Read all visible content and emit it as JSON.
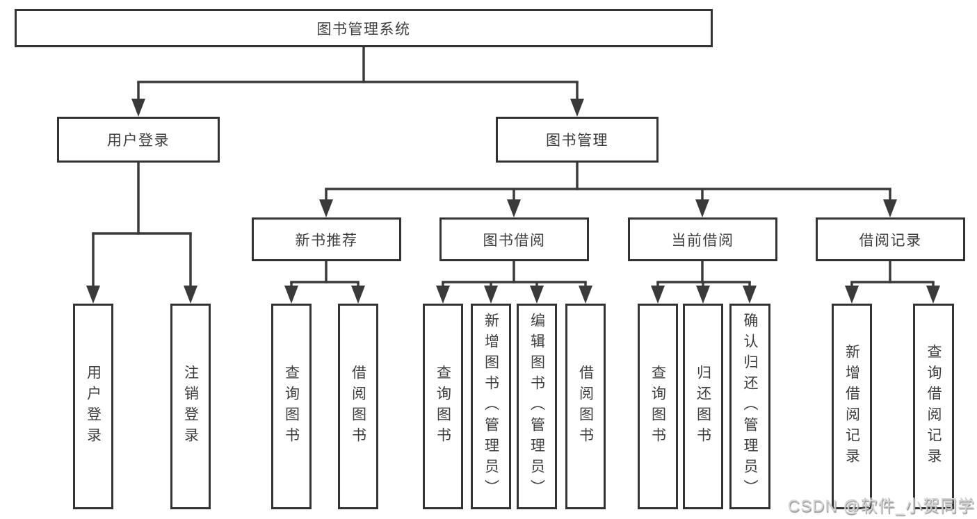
{
  "colors": {
    "line": "#3a3a3a",
    "box_border": "#333333",
    "box_background": "#ffffff",
    "text": "#3e3e3e",
    "background": "#ffffff",
    "watermark_text": "#d4d4d4"
  },
  "watermark": {
    "text": "CSDN @软件_小贺同学"
  },
  "tree": {
    "root": "图书管理系统",
    "level2": [
      {
        "label": "用户登录",
        "leaves": [
          "用户登录",
          "注销登录"
        ]
      },
      {
        "label": "图书管理",
        "sections": [
          {
            "label": "新书推荐",
            "leaves": [
              "查询图书",
              "借阅图书"
            ]
          },
          {
            "label": "图书借阅",
            "leaves": [
              "查询图书",
              "新增图书（管理员）",
              "编辑图书（管理员）",
              "借阅图书"
            ]
          },
          {
            "label": "当前借阅",
            "leaves": [
              "查询图书",
              "归还图书",
              "确认归还（管理员）"
            ]
          },
          {
            "label": "借阅记录",
            "leaves": [
              "新增借阅记录",
              "查询借阅记录"
            ]
          }
        ]
      }
    ]
  }
}
